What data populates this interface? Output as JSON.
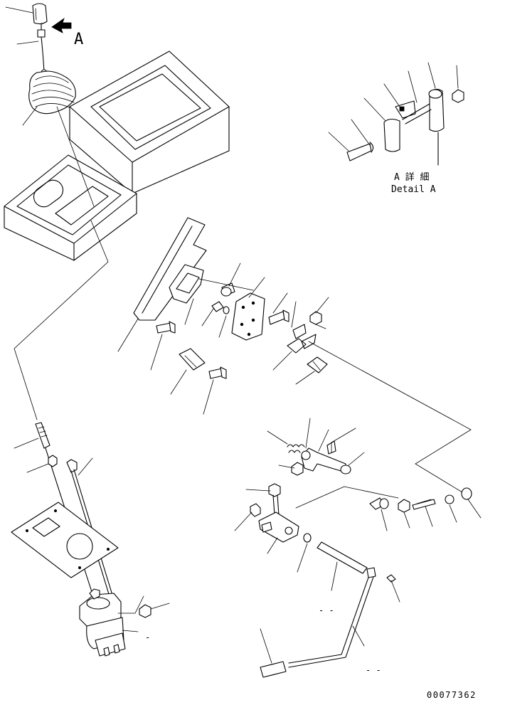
{
  "view_label": "A",
  "detail": {
    "title_jp": "A 詳 細",
    "title_en": "Detail A"
  },
  "drawing_number": "00077362",
  "dash_marks": [
    "- -",
    "-",
    "- -"
  ]
}
